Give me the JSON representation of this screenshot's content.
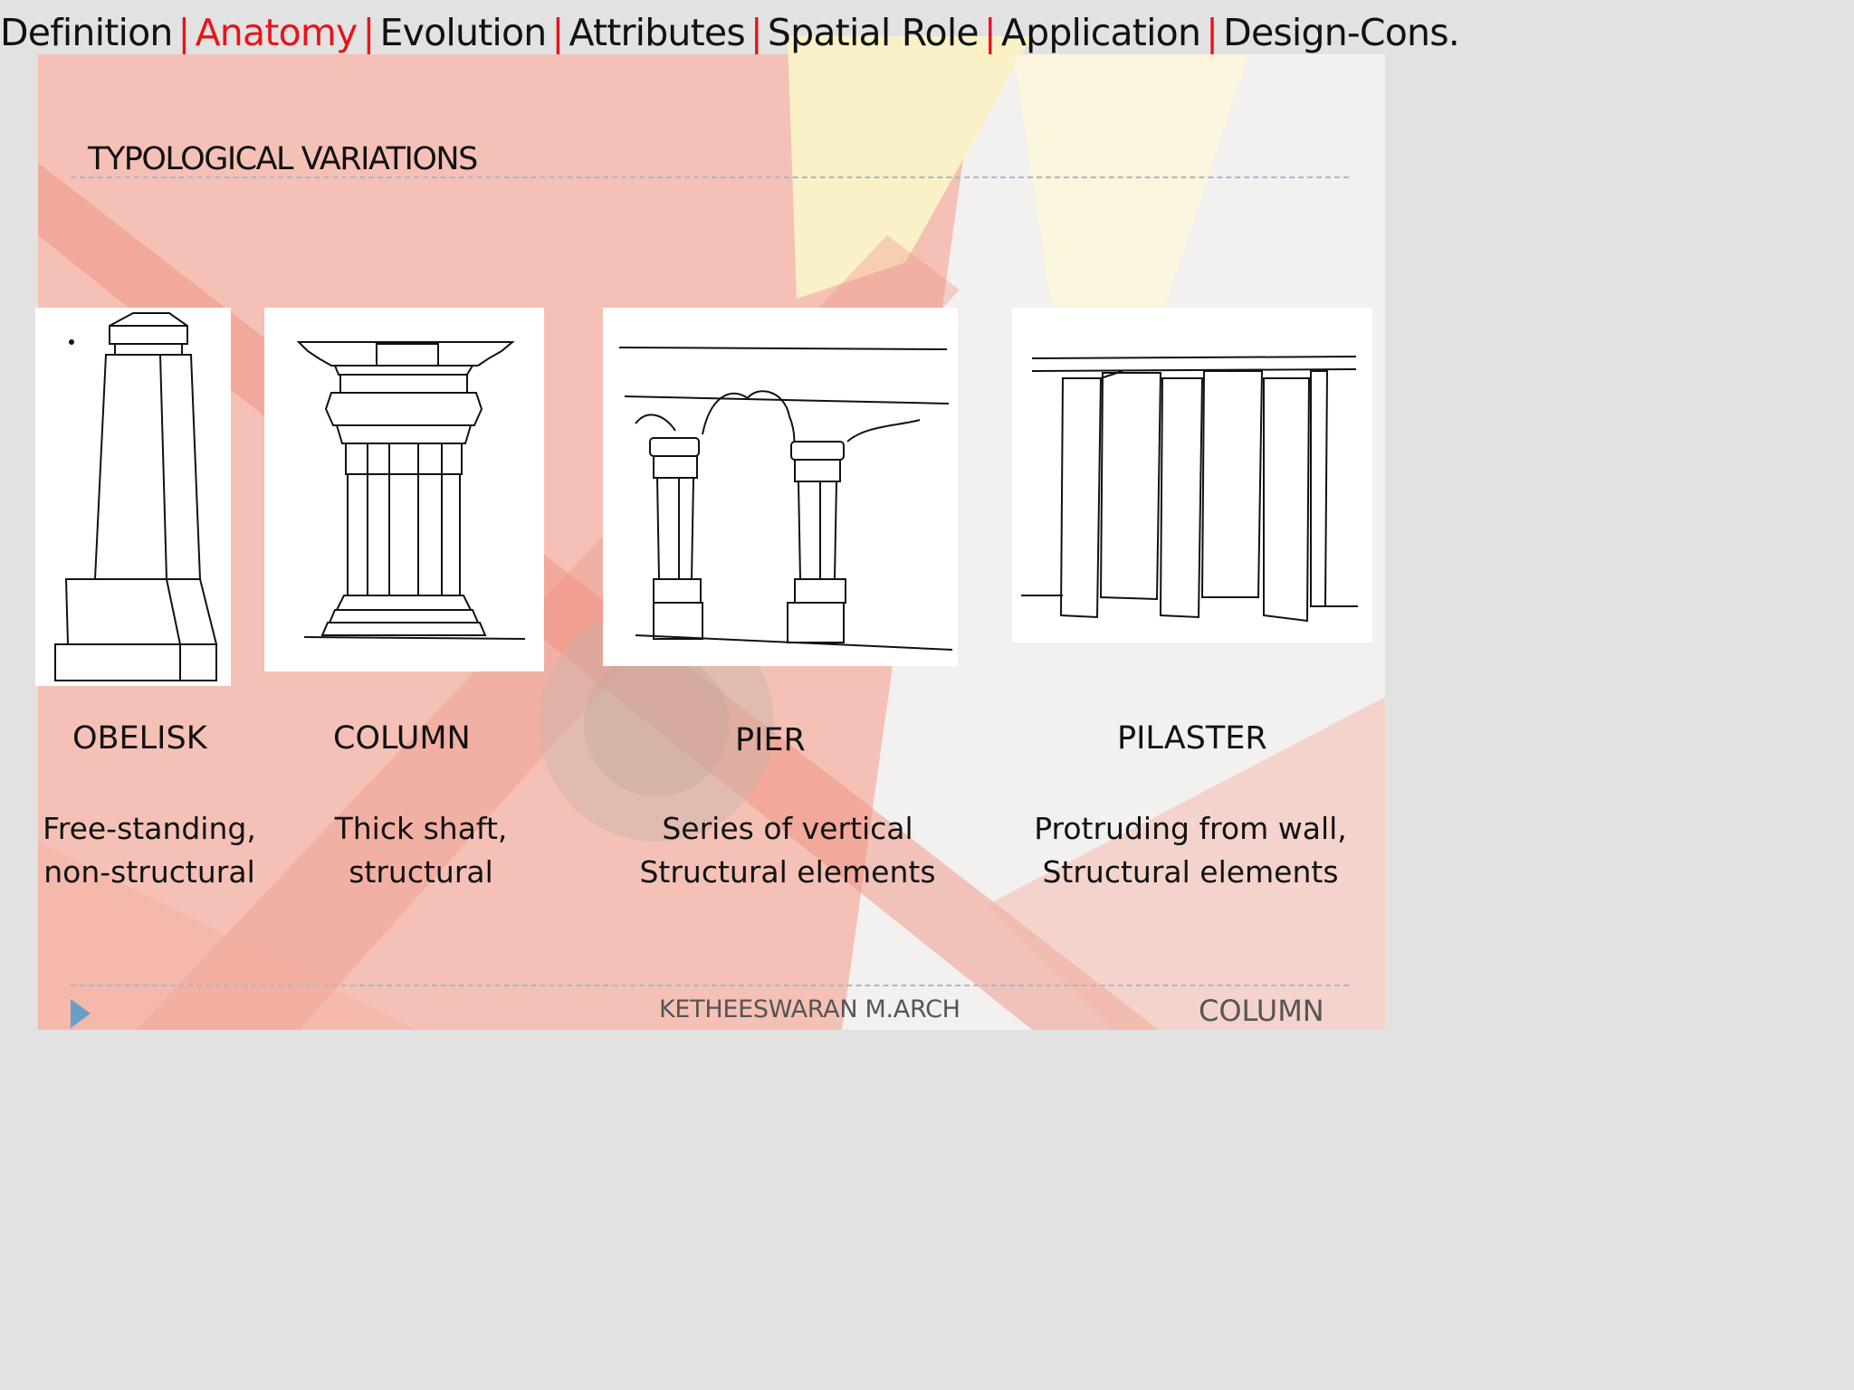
{
  "nav": {
    "items": [
      {
        "label": "Definition",
        "active": false
      },
      {
        "label": "Anatomy",
        "active": true
      },
      {
        "label": "Evolution",
        "active": false
      },
      {
        "label": "Attributes",
        "active": false
      },
      {
        "label": "Spatial Role",
        "active": false
      },
      {
        "label": "Application",
        "active": false
      },
      {
        "label": "Design-Cons.",
        "active": false
      }
    ],
    "separator": "|",
    "active_color": "#e8141b"
  },
  "section_title": "TYPOLOGICAL VARIATIONS",
  "types": [
    {
      "label": "OBELISK",
      "desc_line1": "Free-standing,",
      "desc_line2": "non-structural",
      "icon": "obelisk-drawing"
    },
    {
      "label": "COLUMN",
      "desc_line1": "Thick shaft,",
      "desc_line2": "structural",
      "icon": "column-drawing"
    },
    {
      "label": "PIER",
      "desc_line1": "Series of vertical",
      "desc_line2": "Structural elements",
      "icon": "pier-drawing"
    },
    {
      "label": "PILASTER",
      "desc_line1": "Protruding from wall,",
      "desc_line2": "Structural elements",
      "icon": "pilaster-drawing"
    }
  ],
  "footer": {
    "author": "KETHEESWARAN M.ARCH",
    "topic": "COLUMN",
    "play_icon": "play-icon"
  }
}
